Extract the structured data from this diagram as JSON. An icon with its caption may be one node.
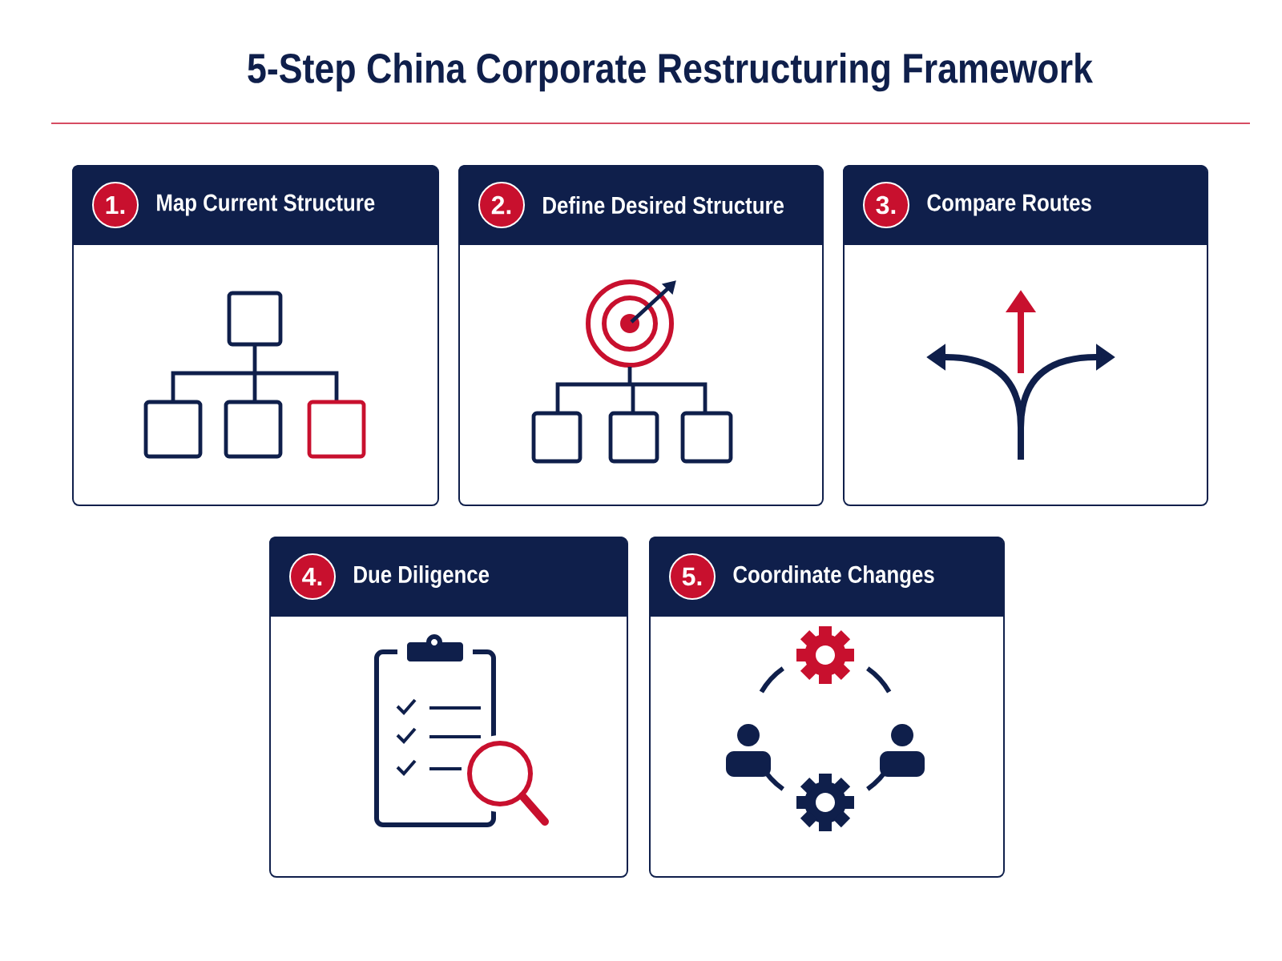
{
  "diagram": {
    "title": "5-Step China Corporate Restructuring Framework",
    "nodes": [
      {
        "text": [
          "Map Current Structure"
        ]
      },
      {
        "text": [
          "1."
        ],
        "in": 0
      },
      {
        "text": [
          "Define Desired Structure"
        ]
      },
      {
        "text": [
          "2."
        ],
        "in": 2
      },
      {
        "text": [
          "Compare Routes"
        ]
      },
      {
        "text": [
          "3."
        ],
        "in": 4
      },
      {
        "text": [
          "Due Diligence"
        ]
      },
      {
        "text": [
          "4."
        ],
        "in": 6
      },
      {
        "text": [
          "Coordinate Changes"
        ]
      },
      {
        "text": [
          "5."
        ],
        "in": 8
      }
    ]
  }
}
